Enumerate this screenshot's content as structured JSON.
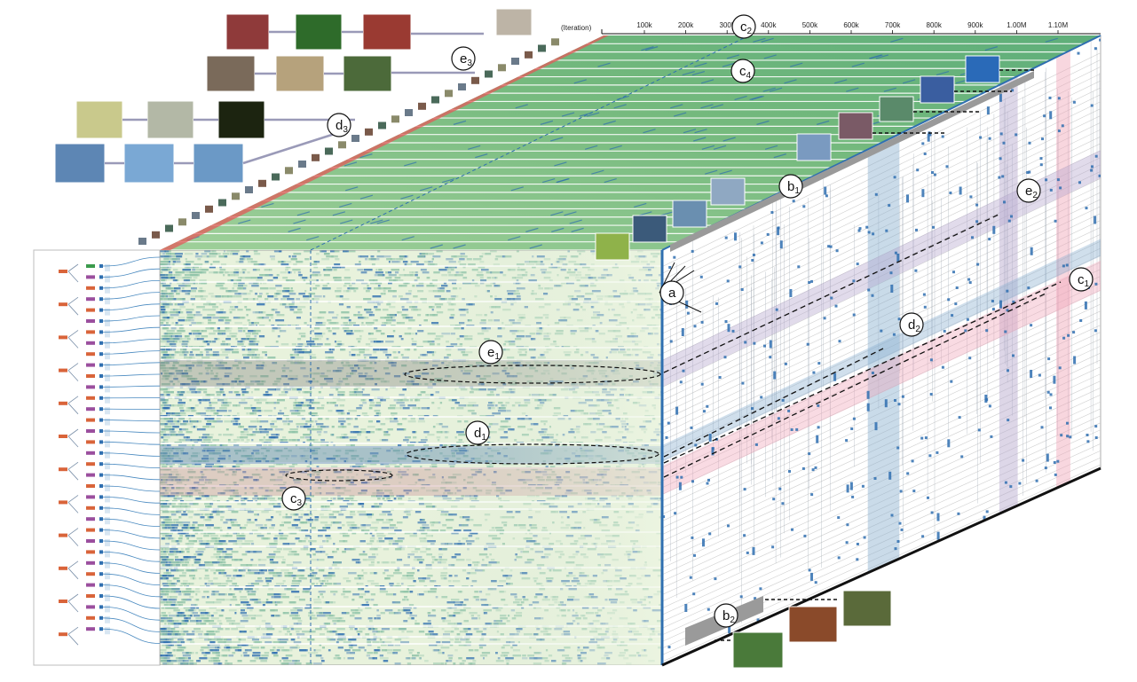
{
  "axis": {
    "title": "(Iteration)",
    "ticks": [
      "100k",
      "200k",
      "300k",
      "400k",
      "500k",
      "600k",
      "700k",
      "800k",
      "900k",
      "1.00M",
      "1.10M"
    ]
  },
  "callouts": {
    "a": {
      "main": "a",
      "sub": ""
    },
    "b1": {
      "main": "b",
      "sub": "1"
    },
    "b2": {
      "main": "b",
      "sub": "2"
    },
    "c1": {
      "main": "c",
      "sub": "1"
    },
    "c2": {
      "main": "c",
      "sub": "2"
    },
    "c3": {
      "main": "c",
      "sub": "3"
    },
    "c4": {
      "main": "c",
      "sub": "4"
    },
    "d1": {
      "main": "d",
      "sub": "1"
    },
    "d2": {
      "main": "d",
      "sub": "2"
    },
    "d3": {
      "main": "d",
      "sub": "3"
    },
    "e1": {
      "main": "e",
      "sub": "1"
    },
    "e2": {
      "main": "e",
      "sub": "2"
    },
    "e3": {
      "main": "e",
      "sub": "3"
    }
  },
  "colors": {
    "heat_light": "#eef6e4",
    "heat_mid": "#8fc3a8",
    "heat_dark": "#2f6fb0",
    "top_green": "#7cbf7c",
    "top_red": "#e35a5a",
    "band_purple": "#b4a6cc",
    "band_blue": "#8ab0cf",
    "band_pink": "#f0a6b8",
    "accent_blue": "#2f6fb0"
  }
}
